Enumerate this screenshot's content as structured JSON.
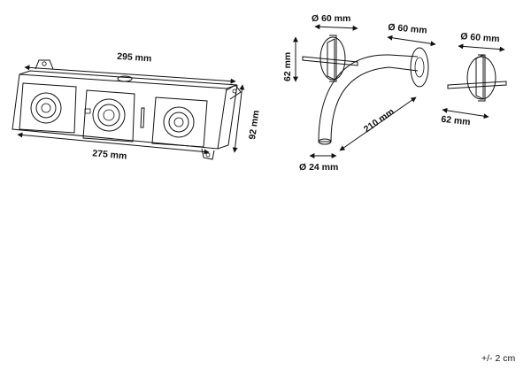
{
  "colors": {
    "ink": "#111111",
    "background": "#ffffff"
  },
  "mixer_body": {
    "top_width": "295 mm",
    "bottom_width": "275 mm",
    "height": "92 mm"
  },
  "faucet": {
    "handle_left_diameter": "Ø 60 mm",
    "spout_flange_diameter": "Ø 60 mm",
    "handle_right_diameter": "Ø 60 mm",
    "handle_height": "62 mm",
    "handle_width": "62 mm",
    "spout_length": "210 mm",
    "spout_diameter": "Ø 24 mm"
  },
  "tolerance": "+/- 2 cm"
}
